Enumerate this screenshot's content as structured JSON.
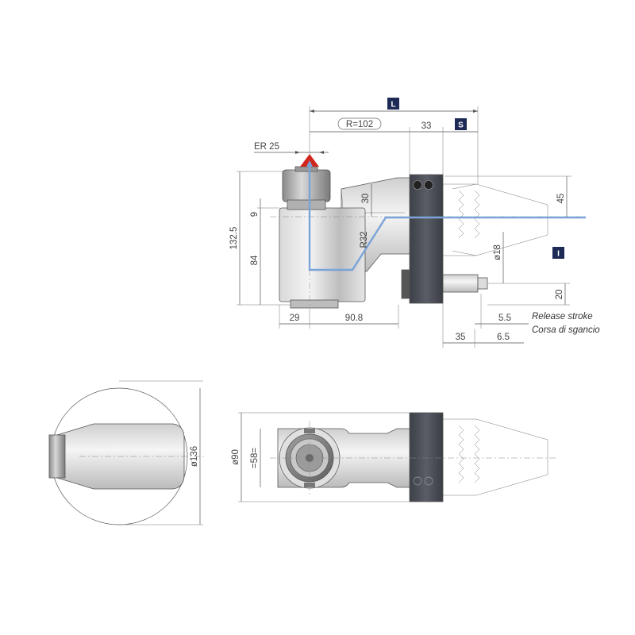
{
  "badges": {
    "L": "L",
    "S": "S",
    "I": "I"
  },
  "dims": {
    "r102": "R=102",
    "d33": "33",
    "er25": "ER 25",
    "d30": "30",
    "d45": "45",
    "d9": "9",
    "d1325": "132.5",
    "d84": "84",
    "r32": "R32",
    "phi18": "ø18",
    "d20": "20",
    "d29": "29",
    "d908": "90.8",
    "d55": "5.5",
    "d35": "35",
    "d65": "6.5",
    "phi136": "ø136",
    "phi90": "ø90",
    "eq58": "=58="
  },
  "notes": {
    "release_stroke": "Release stroke",
    "corsa_di_sgancio": "Corsa di sgancio"
  },
  "colors": {
    "badge": "#1c2a55",
    "flow": "#7aa3d8",
    "arrow": "#d0281e",
    "flange": "#4a4d55"
  }
}
